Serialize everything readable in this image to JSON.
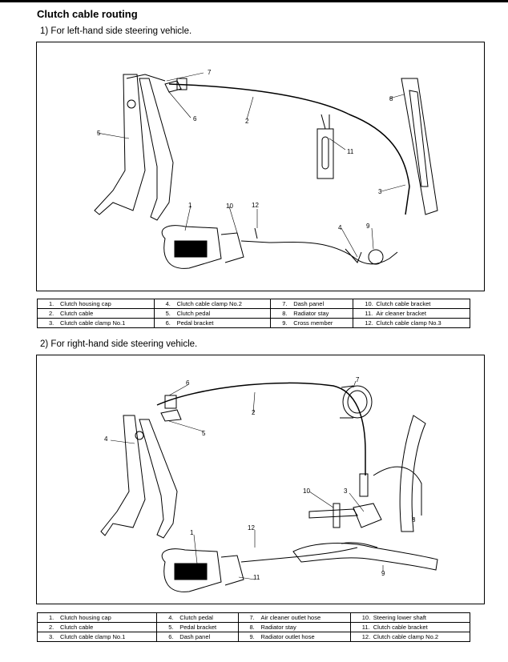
{
  "title": "Clutch cable routing",
  "section1": {
    "subtitle": "1)  For left-hand side steering vehicle.",
    "callouts": {
      "c1": "1",
      "c2": "2",
      "c3": "3",
      "c4": "4",
      "c5": "5",
      "c6": "6",
      "c7": "7",
      "c8": "8",
      "c9": "9",
      "c10": "10",
      "c11": "11",
      "c12": "12"
    },
    "legend": [
      [
        {
          "n": "1.",
          "t": "Clutch housing cap"
        },
        {
          "n": "4.",
          "t": "Clutch cable clamp No.2"
        },
        {
          "n": "7.",
          "t": "Dash panel"
        },
        {
          "n": "10.",
          "t": "Clutch cable bracket"
        }
      ],
      [
        {
          "n": "2.",
          "t": "Clutch cable"
        },
        {
          "n": "5.",
          "t": "Clutch pedal"
        },
        {
          "n": "8.",
          "t": "Radiator stay"
        },
        {
          "n": "11.",
          "t": "Air cleaner bracket"
        }
      ],
      [
        {
          "n": "3.",
          "t": "Clutch cable clamp No.1"
        },
        {
          "n": "6.",
          "t": "Pedal bracket"
        },
        {
          "n": "9.",
          "t": "Cross member"
        },
        {
          "n": "12.",
          "t": "Clutch cable clamp No.3"
        }
      ]
    ]
  },
  "section2": {
    "subtitle": "2)  For right-hand side steering vehicle.",
    "callouts": {
      "c1": "1",
      "c2": "2",
      "c3": "3",
      "c4": "4",
      "c5": "5",
      "c6": "6",
      "c7": "7",
      "c8": "8",
      "c9": "9",
      "c10": "10",
      "c11": "11",
      "c12": "12"
    },
    "legend": [
      [
        {
          "n": "1.",
          "t": "Clutch housing cap"
        },
        {
          "n": "4.",
          "t": "Clutch pedal"
        },
        {
          "n": "7.",
          "t": "Air cleaner outlet hose"
        },
        {
          "n": "10.",
          "t": "Steering lower shaft"
        }
      ],
      [
        {
          "n": "2.",
          "t": "Clutch cable"
        },
        {
          "n": "5.",
          "t": "Pedal bracket"
        },
        {
          "n": "8.",
          "t": "Radiator stay"
        },
        {
          "n": "11.",
          "t": "Clutch cable bracket"
        }
      ],
      [
        {
          "n": "3.",
          "t": "Clutch cable clamp No.1"
        },
        {
          "n": "6.",
          "t": "Dash panel"
        },
        {
          "n": "9.",
          "t": "Radiator outlet hose"
        },
        {
          "n": "12.",
          "t": "Clutch cable clamp No.2"
        }
      ]
    ]
  }
}
